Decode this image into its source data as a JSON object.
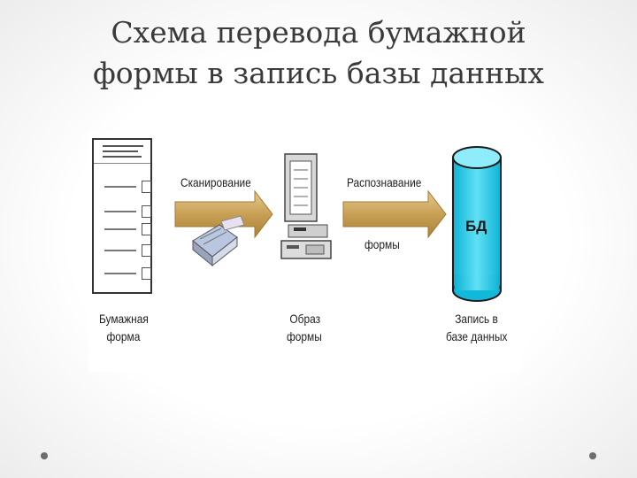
{
  "slide": {
    "title_line1": "Схема перевода бумажной",
    "title_line2": "формы в запись базы данных"
  },
  "diagram": {
    "arrow1_label": "Сканирование",
    "arrow2_label_line1": "Распознавание",
    "arrow2_label_line2": "формы",
    "db_label": "БД",
    "caption_form_line1": "Бумажная",
    "caption_form_line2": "форма",
    "caption_image_line1": "Образ",
    "caption_image_line2": "формы",
    "caption_record_line1": "Запись в",
    "caption_record_line2": "базе данных"
  },
  "colors": {
    "arrow": "#c8a055",
    "database": "#18c6e8",
    "text": "#3a3a3a"
  }
}
